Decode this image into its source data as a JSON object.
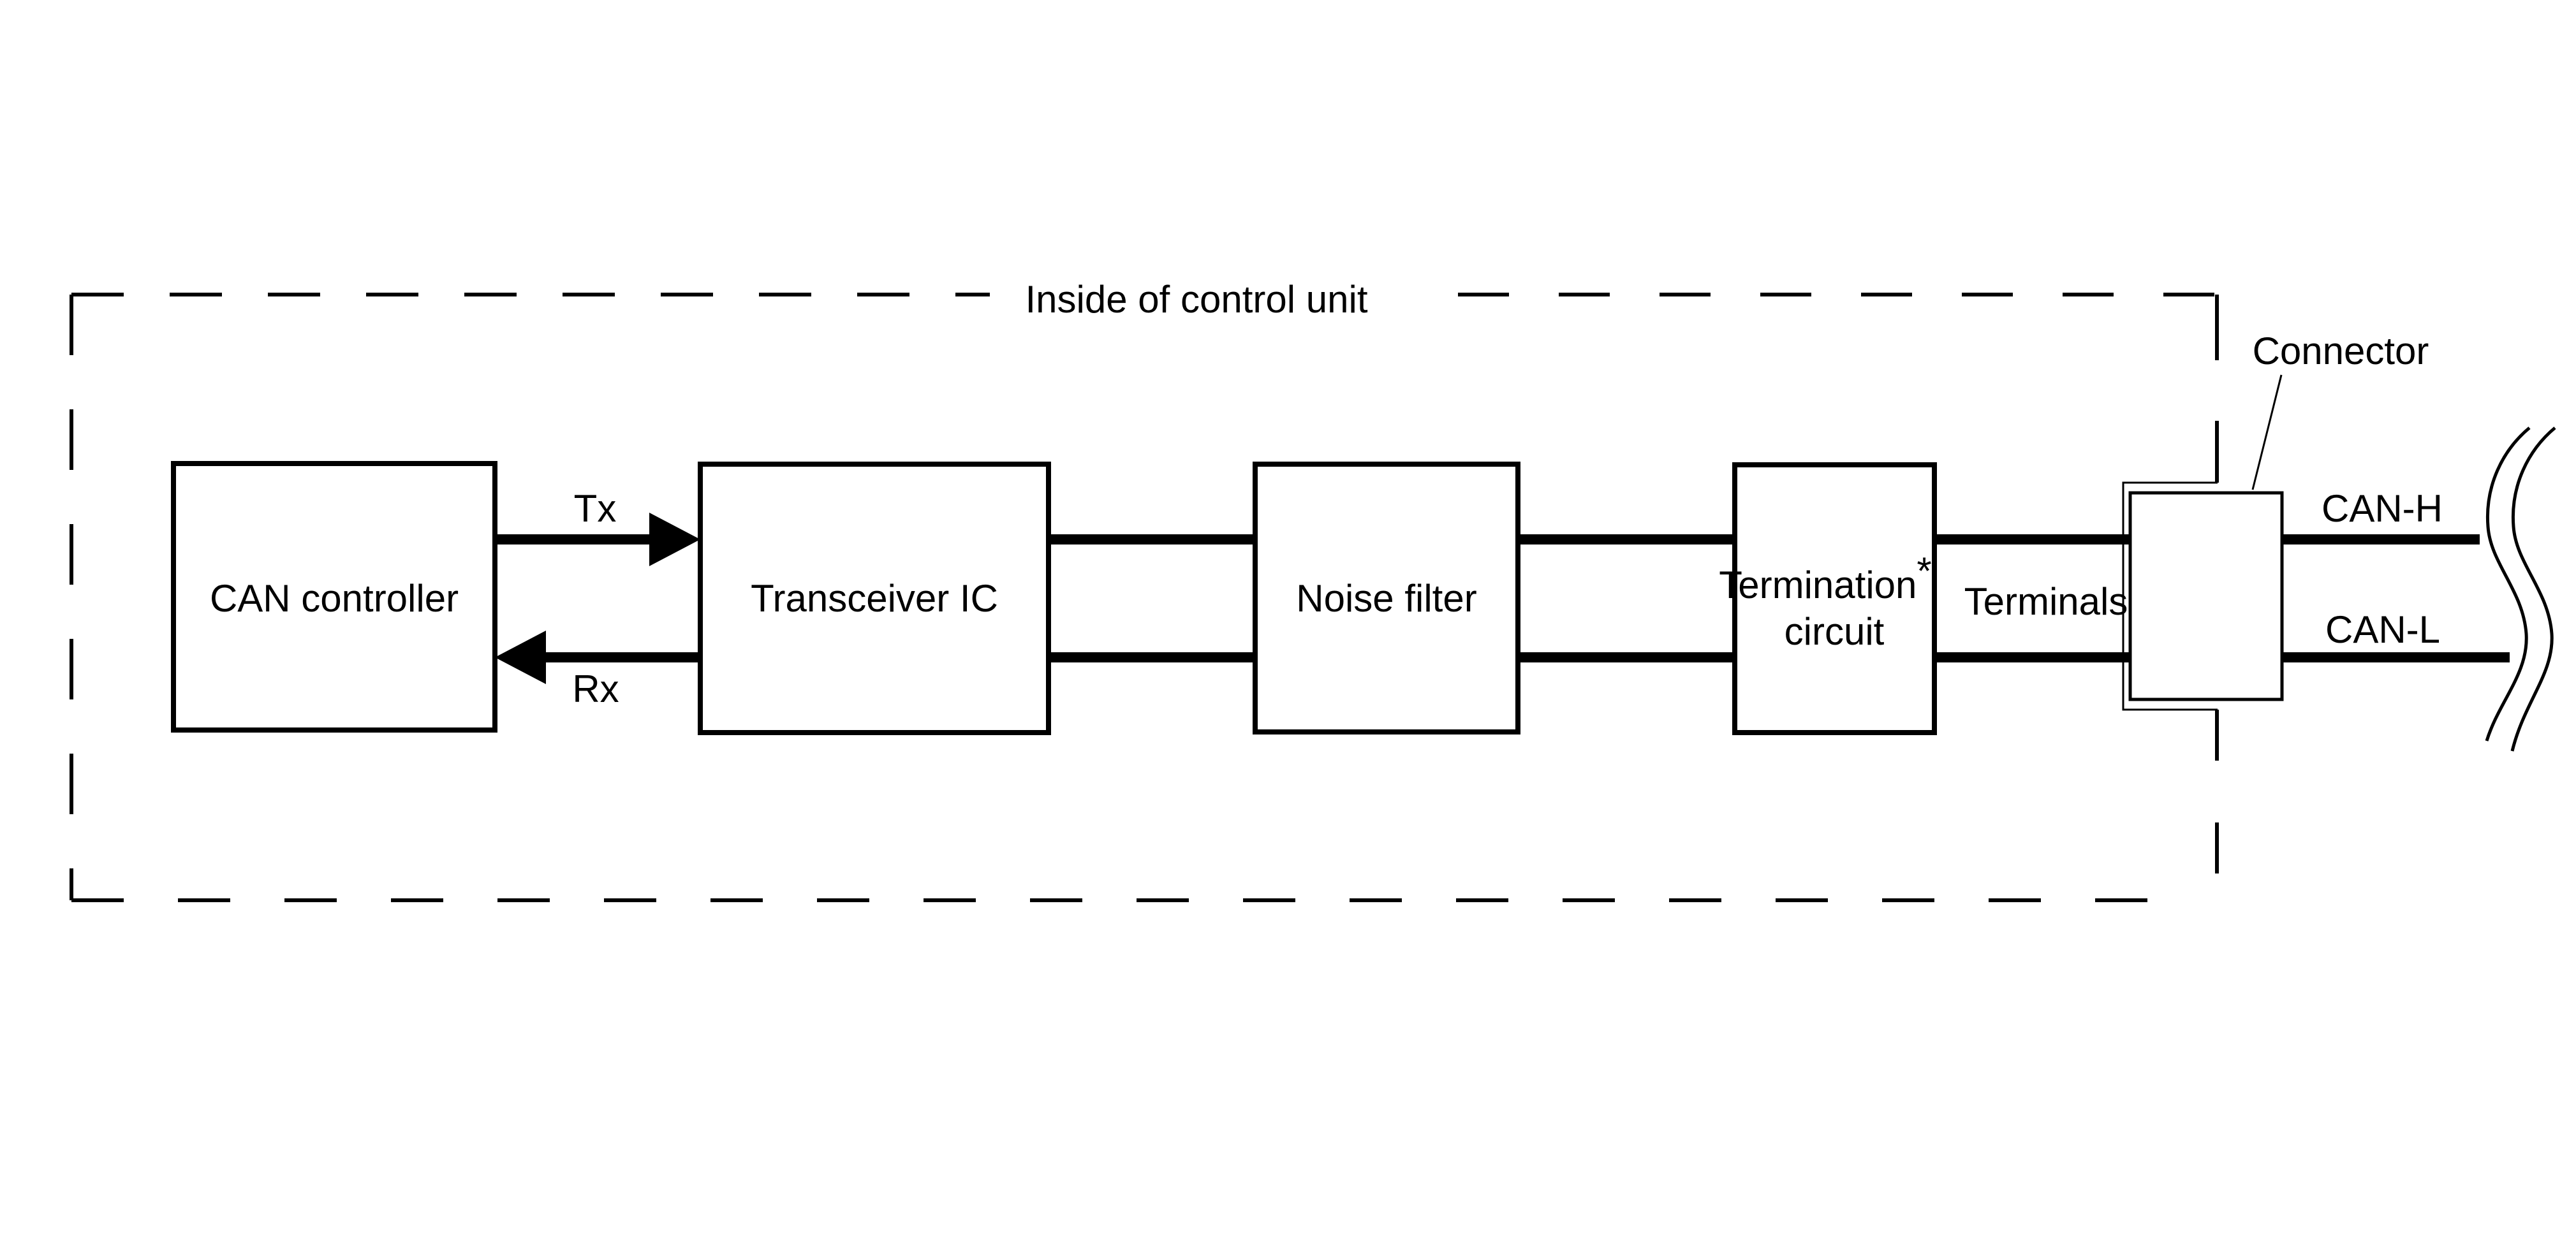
{
  "diagram": {
    "title": "Inside of control unit",
    "blocks": [
      {
        "id": "can-controller",
        "label": "CAN controller"
      },
      {
        "id": "transceiver-ic",
        "label": "Transceiver IC"
      },
      {
        "id": "noise-filter",
        "label": "Noise filter"
      },
      {
        "id": "termination-circuit",
        "label_line1": "Termination",
        "footnote_marker": "*",
        "label_line2": "circuit"
      }
    ],
    "signals": {
      "tx": "Tx",
      "rx": "Rx"
    },
    "labels": {
      "terminals": "Terminals",
      "connector": "Connector",
      "can_high": "CAN-H",
      "can_low": "CAN-L"
    },
    "colors": {
      "ink": "#000000",
      "background": "#ffffff"
    }
  }
}
